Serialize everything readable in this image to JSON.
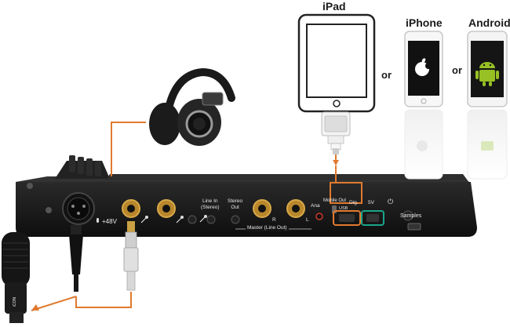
{
  "devices": {
    "ipad": {
      "label": "iPad"
    },
    "iphone": {
      "label": "iPhone"
    },
    "android": {
      "label": "Android"
    },
    "or1": "or",
    "or2": "or"
  },
  "panel": {
    "phantom": "+48V",
    "line_in": "Line In\n(Stereo)",
    "stereo_out": "Stereo\nOut",
    "master": "Master (Line Out)",
    "r": "R",
    "l": "L",
    "ana": "Ana",
    "mobile_out": "Mobile Out",
    "usb": "USB",
    "dig": "Dig.",
    "five_v": "5V",
    "samples": "Samples"
  },
  "colors": {
    "cable": "#e07a2f",
    "device_body": "#1b1b1b",
    "teal_port": "#1aa58a"
  }
}
